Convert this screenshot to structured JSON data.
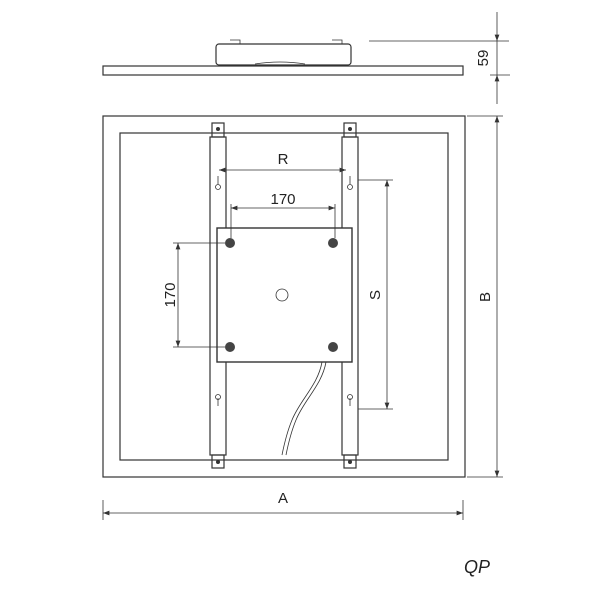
{
  "dimensions": {
    "height": "59",
    "rail_spacing": "R",
    "hole_spacing_horizontal": "170",
    "hole_spacing_vertical": "170",
    "slot_spacing": "S",
    "width": "A",
    "depth": "B"
  },
  "model_label": "QP",
  "colors": {
    "line": "#333333",
    "background": "#ffffff"
  }
}
